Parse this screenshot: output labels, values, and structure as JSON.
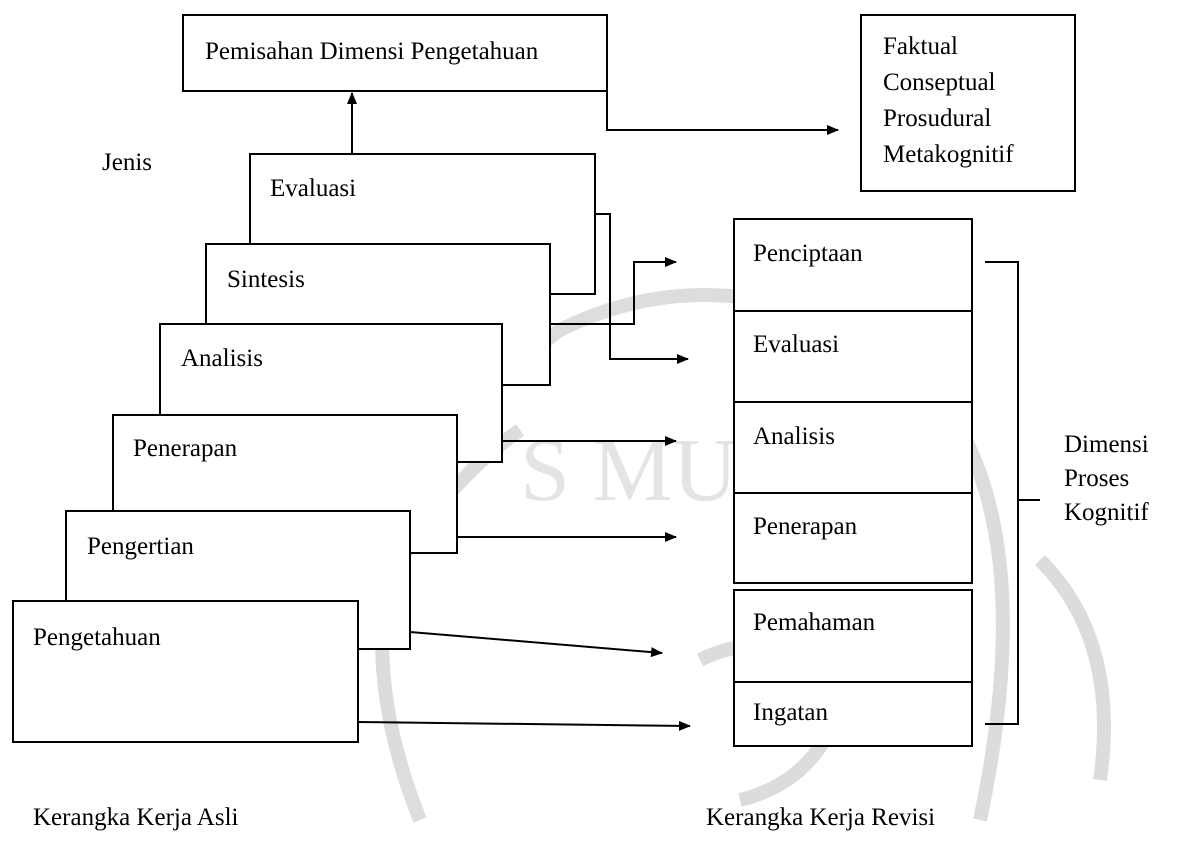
{
  "top": {
    "dimension_title": "Pemisahan Dimensi Pengetahuan",
    "knowledge_types": [
      "Faktual",
      "Conseptual",
      "Prosudural",
      "Metakognitif"
    ],
    "jenis_label": "Jenis"
  },
  "original": {
    "levels": [
      "Evaluasi",
      "Sintesis",
      "Analisis",
      "Penerapan",
      "Pengertian",
      "Pengetahuan"
    ],
    "caption": "Kerangka Kerja Asli"
  },
  "revised": {
    "levels": [
      "Penciptaan",
      "Evaluasi",
      "Analisis",
      "Penerapan",
      "Pemahaman",
      "Ingatan"
    ],
    "dimension_label": [
      "Dimensi",
      "Proses",
      "Kognitif"
    ],
    "caption": "Kerangka Kerja Revisi"
  },
  "watermark": {
    "text": "S MUHA"
  }
}
